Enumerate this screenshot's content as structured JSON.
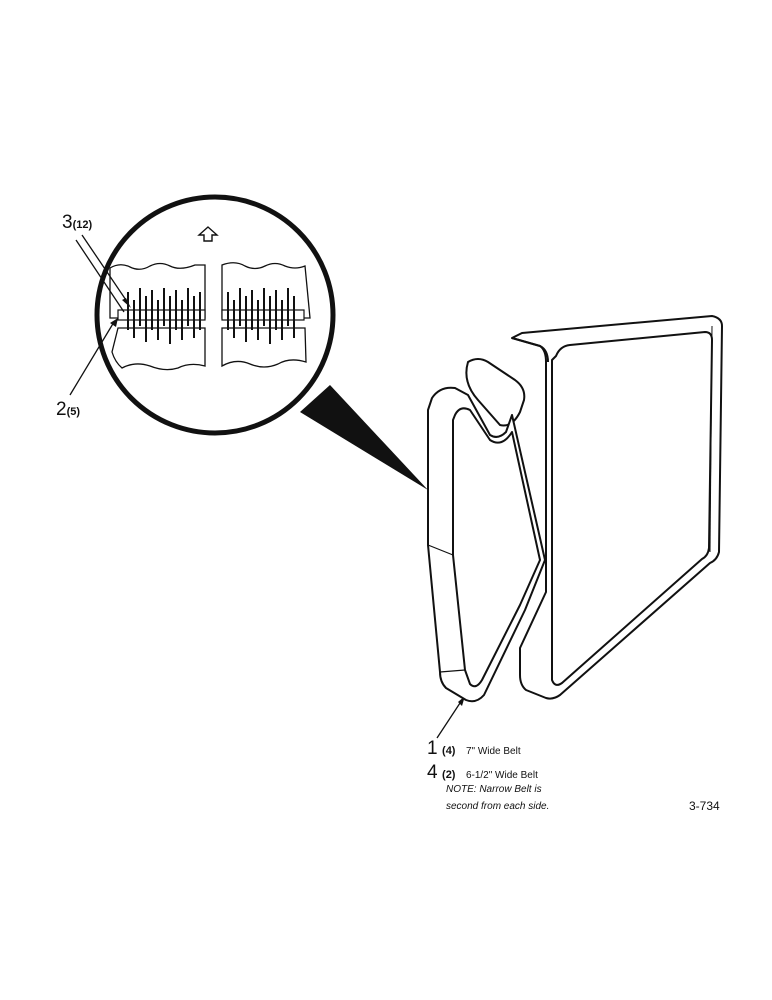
{
  "callouts": {
    "c3": {
      "num": "3",
      "qty": "(12)"
    },
    "c2": {
      "num": "2",
      "qty": "(5)"
    },
    "c1": {
      "num": "1",
      "qty": "(4)",
      "desc": "7\" Wide Belt"
    },
    "c4": {
      "num": "4",
      "qty": "(2)",
      "desc": "6-1/2\" Wide Belt"
    }
  },
  "note": {
    "line1": "NOTE:  Narrow Belt is",
    "line2": "second from each side."
  },
  "figure_number": "3-734",
  "icons": [
    "direction-arrow-icon"
  ]
}
